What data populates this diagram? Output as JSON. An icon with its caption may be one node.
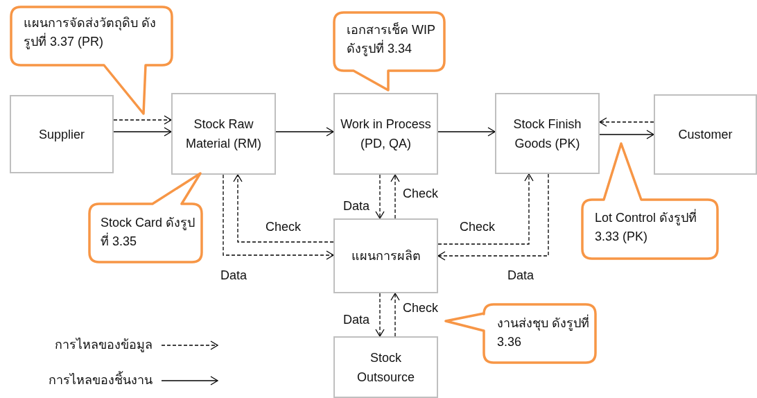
{
  "diagram": {
    "nodes": [
      {
        "text": [
          "Supplier"
        ]
      },
      {
        "text": [
          "Stock Raw Material (RM)"
        ]
      },
      {
        "text": [
          "Work in Process (PD, QA)"
        ]
      },
      {
        "text": [
          "Stock Finish Goods (PK)"
        ]
      },
      {
        "text": [
          "Customer"
        ]
      },
      {
        "text": [
          "แผนการผลิต"
        ]
      },
      {
        "text": [
          "Stock Outsource"
        ]
      },
      {
        "text": [
          "แผนการจัดส่งวัตถุดิบ ดังรูปที่ 3.37 (PR)"
        ]
      },
      {
        "text": [
          "เอกสารเช็ค WIP ดังรูปที่ 3.34"
        ]
      },
      {
        "text": [
          "Stock Card ดังรูปที่ 3.35"
        ]
      },
      {
        "text": [
          "Lot Control ดังรูปที่ 3.33 (PK)"
        ]
      },
      {
        "text": [
          "งานส่งชุบ ดังรูปที่ 3.36"
        ]
      }
    ],
    "edges": [
      {
        "from": 0,
        "to": 1,
        "arrow": "to",
        "style": "dashed"
      },
      {
        "from": 0,
        "to": 1,
        "arrow": "to"
      },
      {
        "from": 1,
        "to": 2,
        "arrow": "to"
      },
      {
        "from": 2,
        "to": 3,
        "arrow": "to"
      },
      {
        "from": 4,
        "to": 3,
        "arrow": "to",
        "style": "dashed"
      },
      {
        "from": 3,
        "to": 4,
        "arrow": "to"
      },
      {
        "from": 1,
        "to": 5,
        "arrow": "to",
        "style": "dashed",
        "label": "Data"
      },
      {
        "from": 5,
        "to": 1,
        "arrow": "to",
        "style": "dashed",
        "label": "Check"
      },
      {
        "from": 2,
        "to": 5,
        "arrow": "to",
        "style": "dashed",
        "label": "Data"
      },
      {
        "from": 5,
        "to": 2,
        "arrow": "to",
        "style": "dashed",
        "label": "Check"
      },
      {
        "from": 3,
        "to": 5,
        "arrow": "to",
        "style": "dashed",
        "label": "Data"
      },
      {
        "from": 5,
        "to": 3,
        "arrow": "to",
        "style": "dashed",
        "label": "Check"
      },
      {
        "from": 5,
        "to": 6,
        "arrow": "to",
        "style": "dashed",
        "label": "Data"
      },
      {
        "from": 6,
        "to": 5,
        "arrow": "to",
        "style": "dashed",
        "label": "Check"
      }
    ],
    "legend": [
      {
        "text": "การไหลของข้อมูล"
      },
      {
        "text": "การไหลของชิ้นงาน"
      }
    ]
  }
}
